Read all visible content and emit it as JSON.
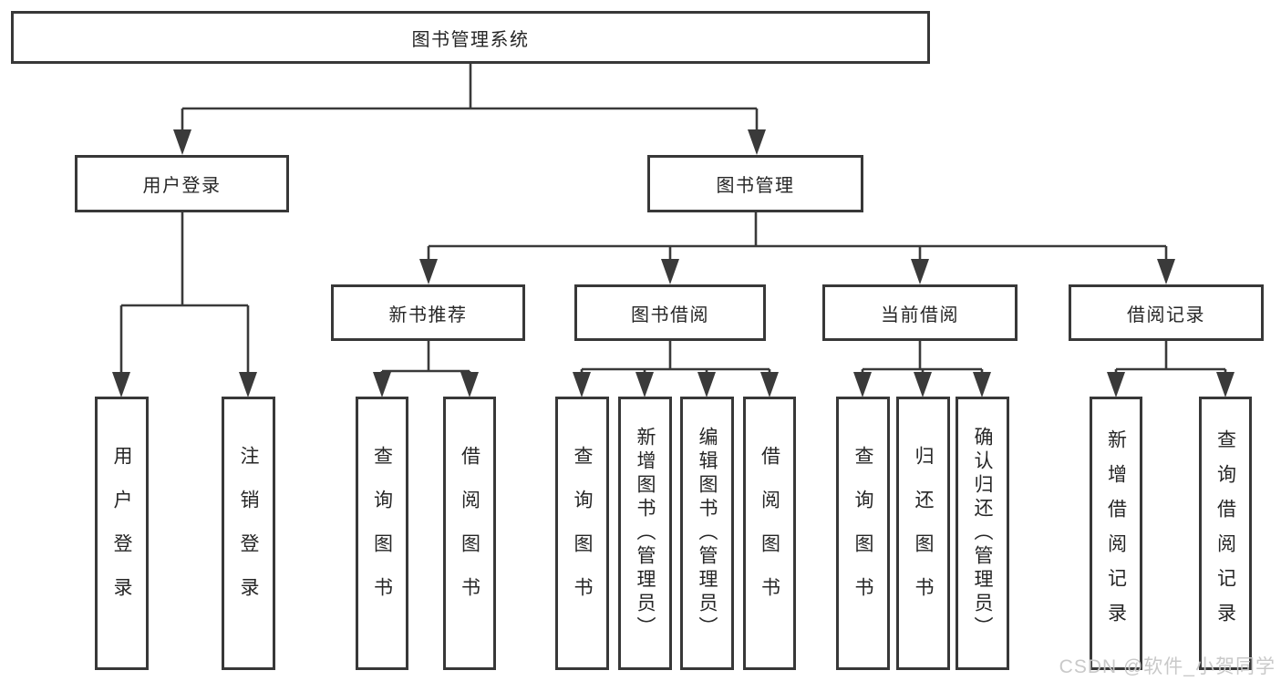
{
  "nodes": {
    "root": "图书管理系统",
    "user_login": "用户登录",
    "book_management": "图书管理",
    "new_book_recommend": "新书推荐",
    "book_borrow": "图书借阅",
    "current_borrow": "当前借阅",
    "borrow_records": "借阅记录",
    "leaf_user_login": "用户登录",
    "leaf_logout": "注销登录",
    "leaf_nb_query": "查询图书",
    "leaf_nb_borrow": "借阅图书",
    "leaf_bb_query": "查询图书",
    "leaf_bb_add": "新增图书（管理员）",
    "leaf_bb_edit": "编辑图书（管理员）",
    "leaf_bb_borrow": "借阅图书",
    "leaf_cb_query": "查询图书",
    "leaf_cb_return": "归还图书",
    "leaf_cb_confirm": "确认归还（管理员）",
    "leaf_br_add": "新增借阅记录",
    "leaf_br_query": "查询借阅记录"
  },
  "watermark": "CSDN @软件_小贺同学",
  "colors": {
    "line": "#3a3a3a",
    "border": "#383838",
    "text": "#262626",
    "watermark": "#c6c6c6"
  }
}
